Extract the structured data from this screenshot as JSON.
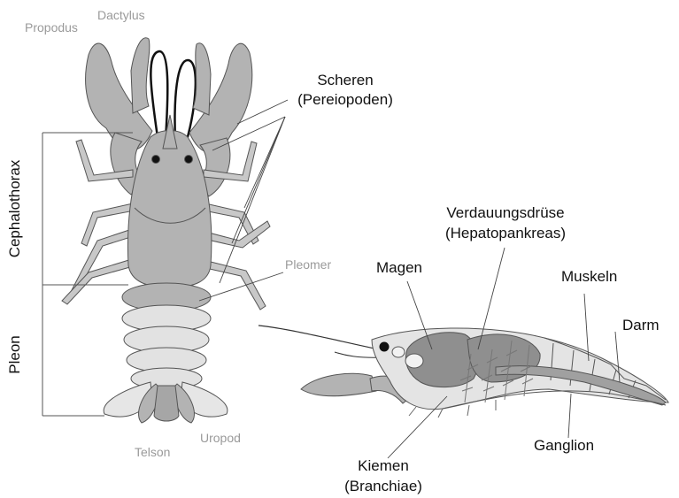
{
  "labels": {
    "propodus": "Propodus",
    "dactylus": "Dactylus",
    "scheren": "Scheren",
    "pereiopoden": "(Pereiopoden)",
    "cephalothorax": "Cephalothorax",
    "pleon": "Pleon",
    "pleomer": "Pleomer",
    "telson": "Telson",
    "uropod": "Uropod",
    "verdauungsdruese": "Verdauungsdrüse",
    "hepatopankreas": "(Hepatopankreas)",
    "magen": "Magen",
    "muskeln": "Muskeln",
    "darm": "Darm",
    "ganglion": "Ganglion",
    "kiemen": "Kiemen",
    "branchiae": "(Branchiae)"
  },
  "colors": {
    "body_fill": "#b3b3b3",
    "segment_fill": "#dcdcdc",
    "stomach_fill": "#8f8f8f",
    "outline": "#555555",
    "leader_line": "#444444"
  }
}
